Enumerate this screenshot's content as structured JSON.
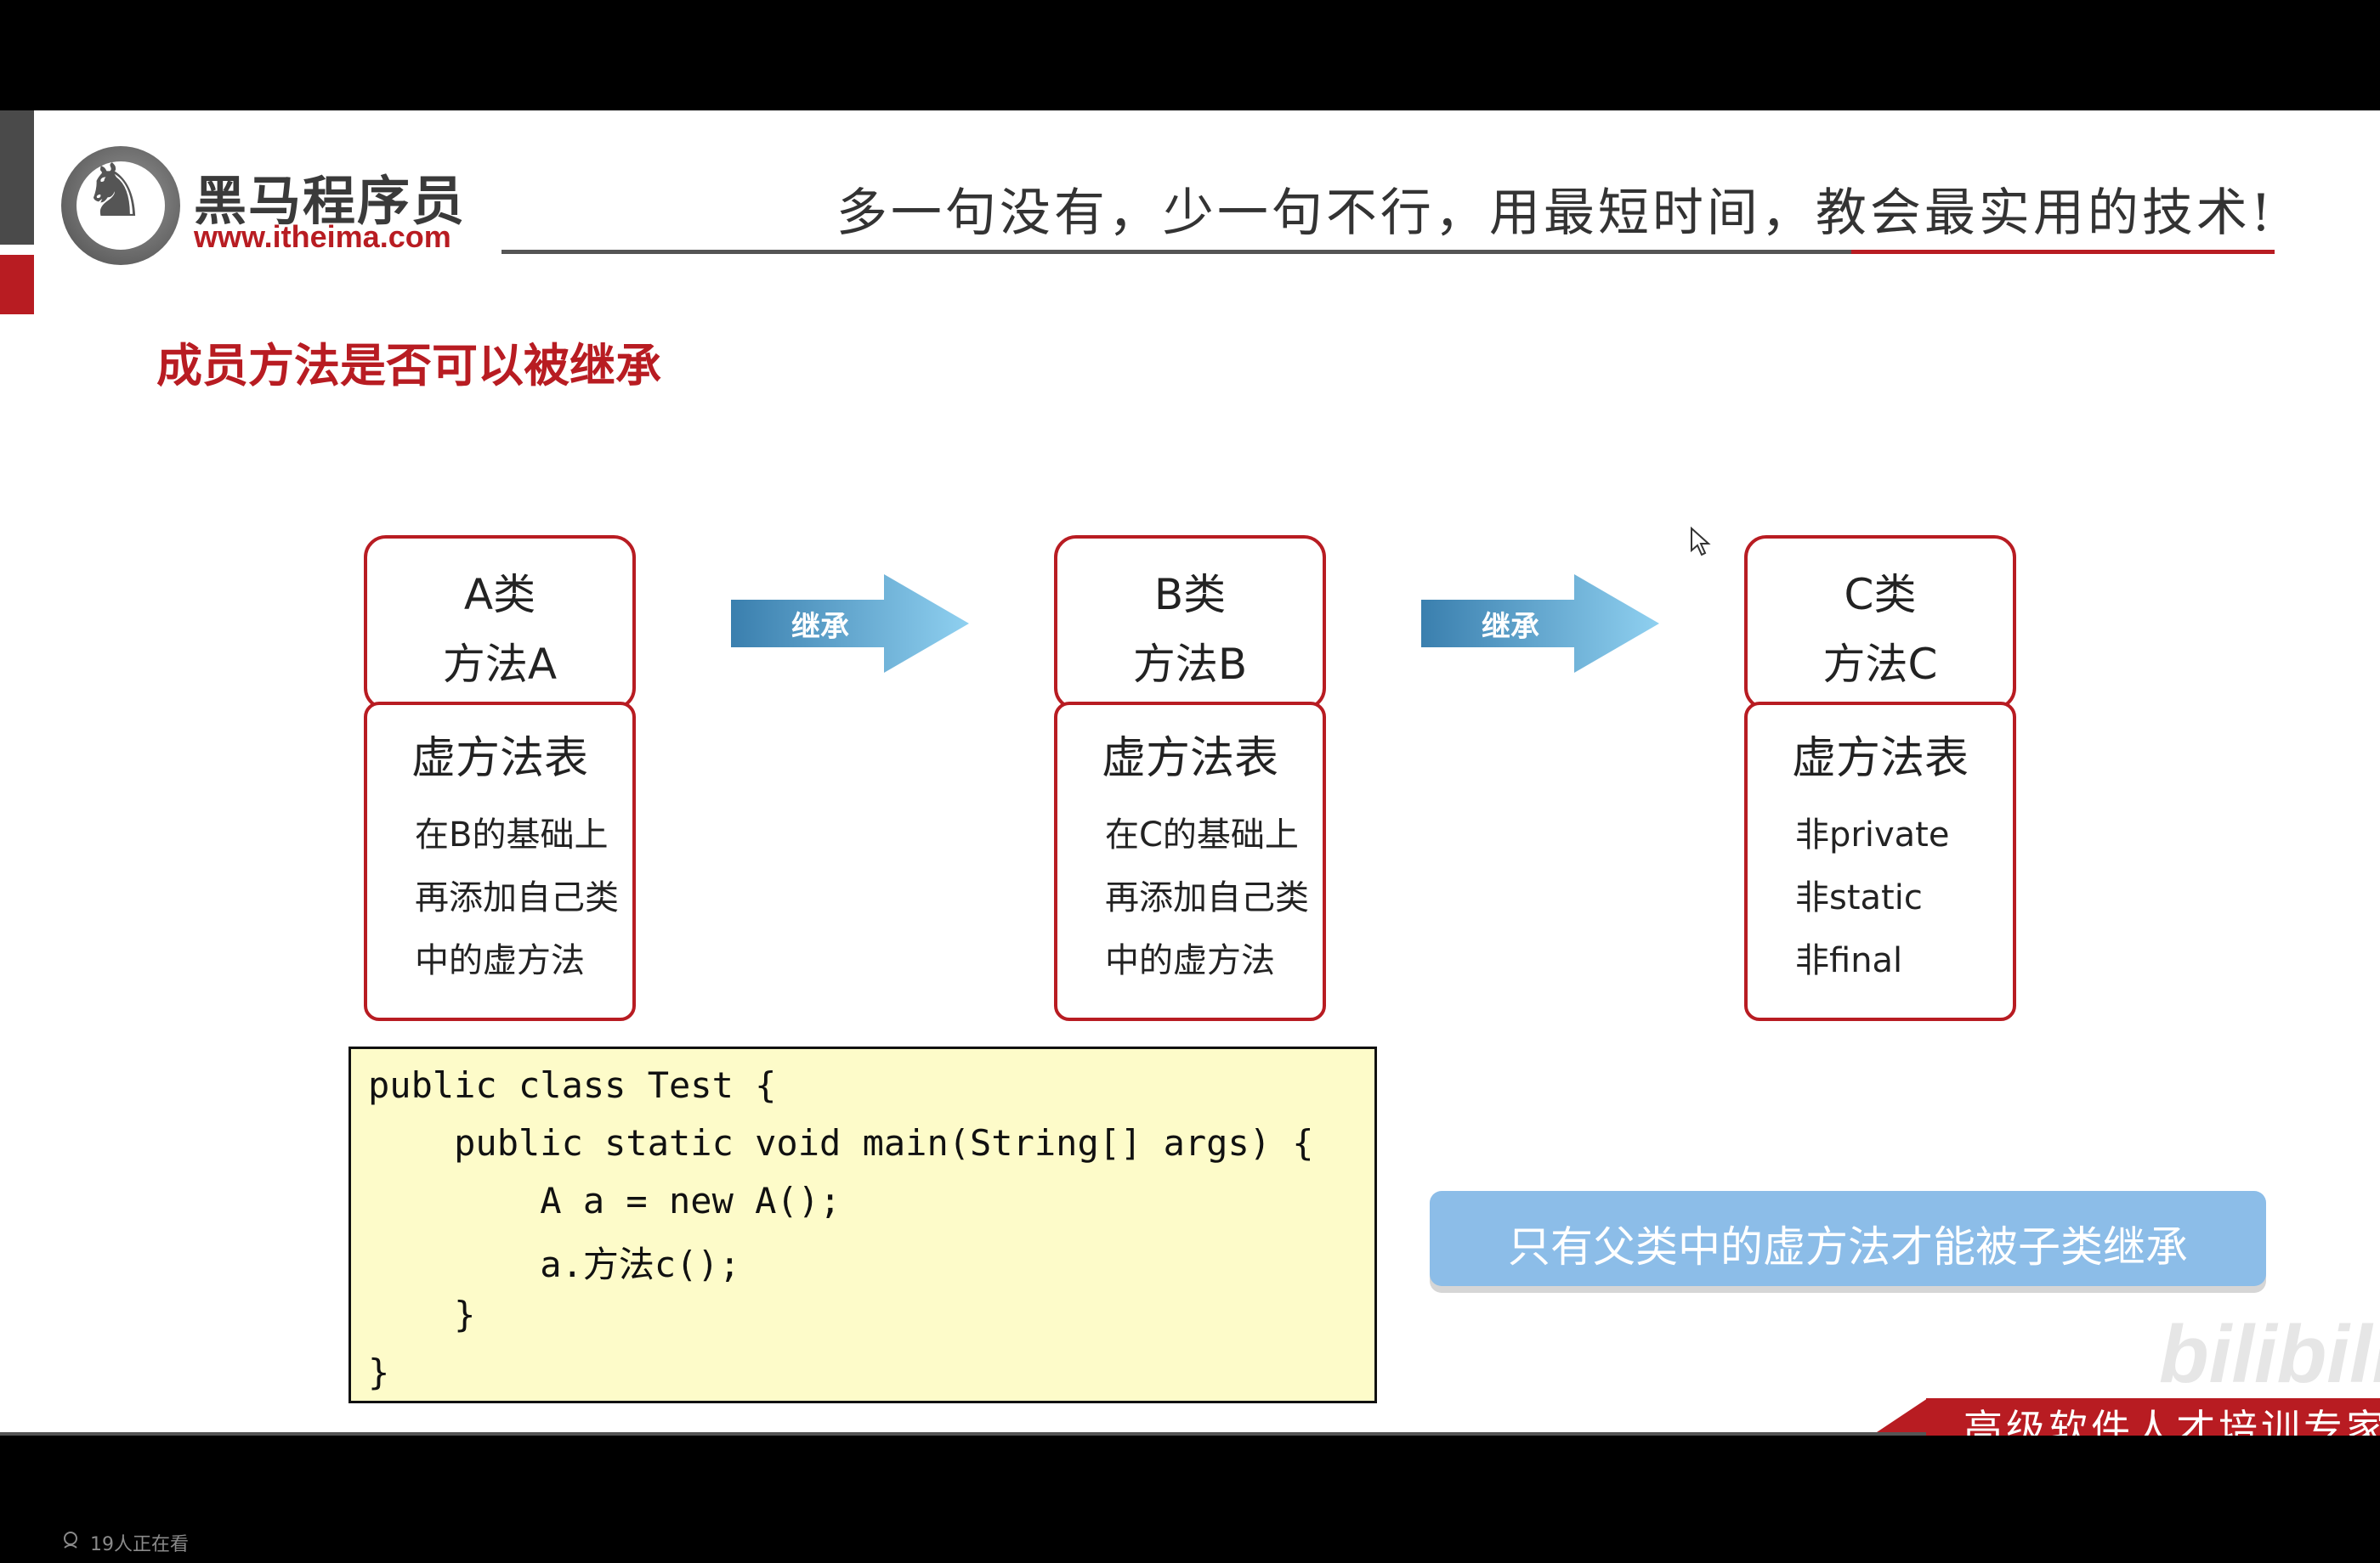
{
  "header": {
    "logo_text": "黑马程序员",
    "logo_url": "www.itheima.com",
    "slogan": "多一句没有，少一句不行，用最短时间，教会最实用的技术!"
  },
  "slide": {
    "title": "成员方法是否可以被继承",
    "classes": [
      {
        "name": "A类",
        "method": "方法A",
        "vtable_title": "虚方法表",
        "vtable_lines": [
          "在B的基础上",
          "再添加自己类",
          "中的虚方法"
        ]
      },
      {
        "name": "B类",
        "method": "方法B",
        "vtable_title": "虚方法表",
        "vtable_lines": [
          "在C的基础上",
          "再添加自己类",
          "中的虚方法"
        ]
      },
      {
        "name": "C类",
        "method": "方法C",
        "vtable_title": "虚方法表",
        "vtable_lines": [
          "非private",
          "非static",
          "非final"
        ]
      }
    ],
    "arrows": [
      {
        "label": "继承"
      },
      {
        "label": "继承"
      }
    ],
    "code_lines": [
      "public class Test {",
      "    public static void main(String[] args) {",
      "        A a = new A();",
      "        a.方法c();",
      "    }",
      "}"
    ],
    "note": "只有父类中的虚方法才能被子类继承",
    "footer": "高级软件人才培训专家",
    "watermark": "bilibili"
  },
  "player": {
    "viewers": "19人正在看"
  },
  "colors": {
    "brand_red": "#b81c22",
    "arrow_blue": "#7fc1e6",
    "note_blue": "#8cbde8",
    "code_bg": "#fdfbc9"
  }
}
